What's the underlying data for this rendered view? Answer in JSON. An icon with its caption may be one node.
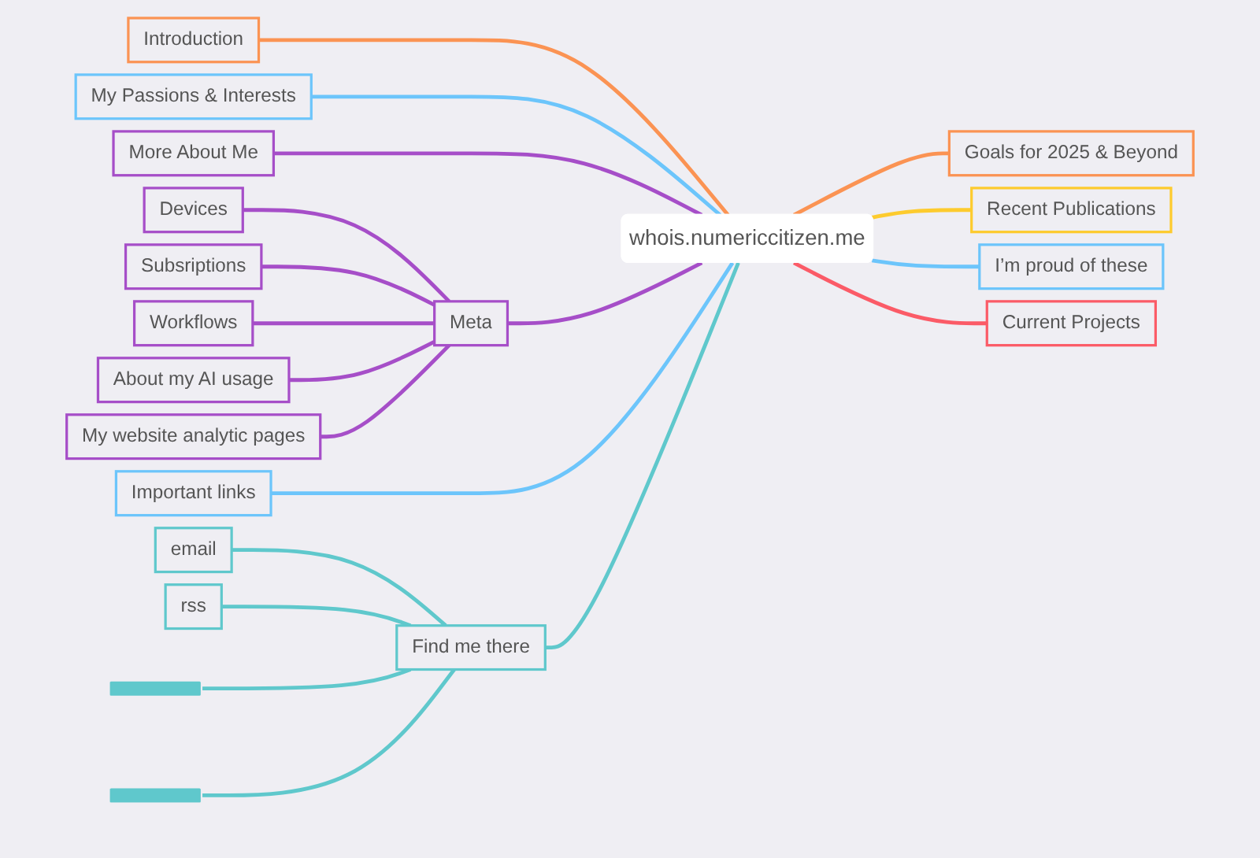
{
  "diagram": {
    "nodes": [
      {
        "text": [
          "whois.numericcitizen.me"
        ]
      },
      {
        "text": [
          "Introduction"
        ]
      },
      {
        "text": [
          "My Passions & Interests"
        ]
      },
      {
        "text": [
          "More About Me"
        ]
      },
      {
        "text": [
          "Meta"
        ]
      },
      {
        "text": [
          "Devices"
        ]
      },
      {
        "text": [
          "Subsriptions"
        ]
      },
      {
        "text": [
          "Workflows"
        ]
      },
      {
        "text": [
          "About my AI usage"
        ]
      },
      {
        "text": [
          "My website analytic pages"
        ]
      },
      {
        "text": [
          "Important links"
        ]
      },
      {
        "text": [
          "Find me there"
        ]
      },
      {
        "text": [
          "email"
        ]
      },
      {
        "text": [
          "rss"
        ]
      },
      {
        "text": [],
        "shape": "bar"
      },
      {
        "text": [],
        "shape": "bar"
      },
      {
        "text": [
          "Goals for 2025 & Beyond"
        ]
      },
      {
        "text": [
          "Recent Publications"
        ]
      },
      {
        "text": [
          "I’m proud of these"
        ]
      },
      {
        "text": [
          "Current Projects"
        ]
      }
    ],
    "edges": [
      {
        "from": 1,
        "to": 0,
        "arrow": "none",
        "color": "#fb9353"
      },
      {
        "from": 2,
        "to": 0,
        "arrow": "none",
        "color": "#6cc5fb"
      },
      {
        "from": 3,
        "to": 0,
        "arrow": "none"
      },
      {
        "from": 4,
        "to": 0,
        "arrow": "none"
      },
      {
        "from": 5,
        "to": 4,
        "arrow": "none"
      },
      {
        "from": 6,
        "to": 4,
        "arrow": "none"
      },
      {
        "from": 7,
        "to": 4,
        "arrow": "none"
      },
      {
        "from": 8,
        "to": 4,
        "arrow": "none"
      },
      {
        "from": 9,
        "to": 4,
        "arrow": "none"
      },
      {
        "from": 10,
        "to": 0,
        "arrow": "none",
        "color": "#6cc5fb"
      },
      {
        "from": 11,
        "to": 0,
        "arrow": "none",
        "color": "#5fc8cc"
      },
      {
        "from": 12,
        "to": 11,
        "arrow": "none",
        "color": "#5fc8cc"
      },
      {
        "from": 13,
        "to": 11,
        "arrow": "none",
        "color": "#5fc8cc"
      },
      {
        "from": 14,
        "to": 11,
        "arrow": "none",
        "color": "#5fc8cc"
      },
      {
        "from": 15,
        "to": 11,
        "arrow": "none",
        "color": "#5fc8cc"
      },
      {
        "from": 0,
        "to": 16,
        "arrow": "none",
        "color": "#fb9353"
      },
      {
        "from": 0,
        "to": 17,
        "arrow": "none",
        "color": "#fdcb2e"
      },
      {
        "from": 0,
        "to": 18,
        "arrow": "none",
        "color": "#6cc5fb"
      },
      {
        "from": 0,
        "to": 19,
        "arrow": "none",
        "color": "#fb5b67"
      }
    ]
  }
}
